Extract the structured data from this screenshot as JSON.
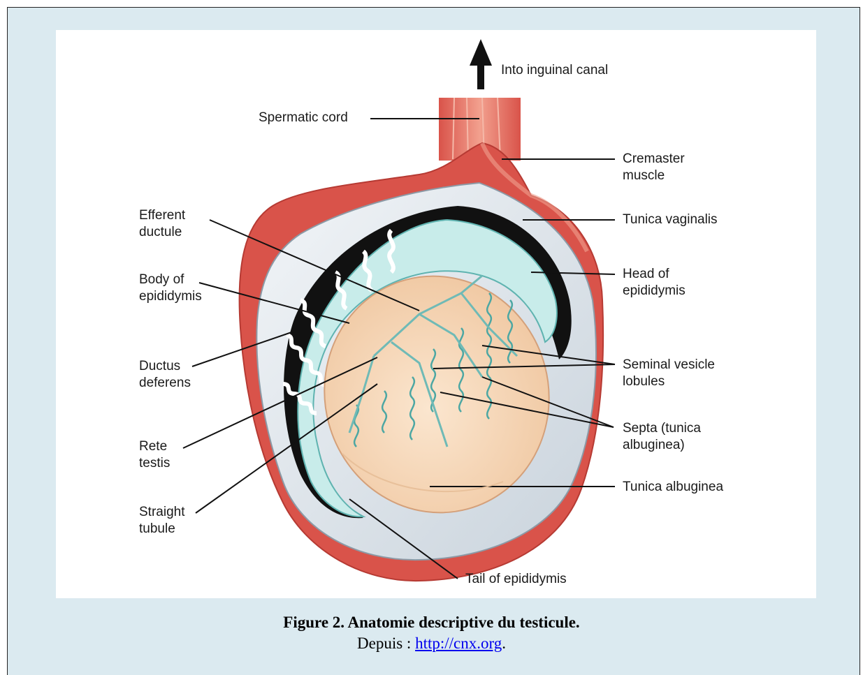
{
  "labels": {
    "into_inguinal_canal": "Into inguinal canal",
    "spermatic_cord": "Spermatic cord",
    "cremaster_muscle": "Cremaster\nmuscle",
    "tunica_vaginalis": "Tunica vaginalis",
    "efferent_ductule": "Efferent\nductule",
    "head_of_epididymis": "Head of\nepididymis",
    "body_of_epididymis": "Body of\nepididymis",
    "ductus_deferens": "Ductus\ndeferens",
    "seminal_vesicle_lobules": "Seminal vesicle\nlobules",
    "rete_testis": "Rete\ntestis",
    "septa": "Septa (tunica\nalbuginea)",
    "tunica_albuginea": "Tunica albuginea",
    "straight_tubule": "Straight\ntubule",
    "tail_of_epididymis": "Tail of epididymis"
  },
  "caption": {
    "title": "Figure 2. Anatomie descriptive du testicule.",
    "source_prefix": "Depuis : ",
    "source_link": "http://cnx.org",
    "source_suffix": "."
  },
  "colors": {
    "page_background": "#dbeaf0",
    "muscle": "#d9534a",
    "muscle_light": "#eb8d7c",
    "tunica_vaginalis": "#dfe6ec",
    "epididymis": "#c8ecea",
    "testis": "#f8dcc0",
    "dark_cavity": "#111111"
  }
}
